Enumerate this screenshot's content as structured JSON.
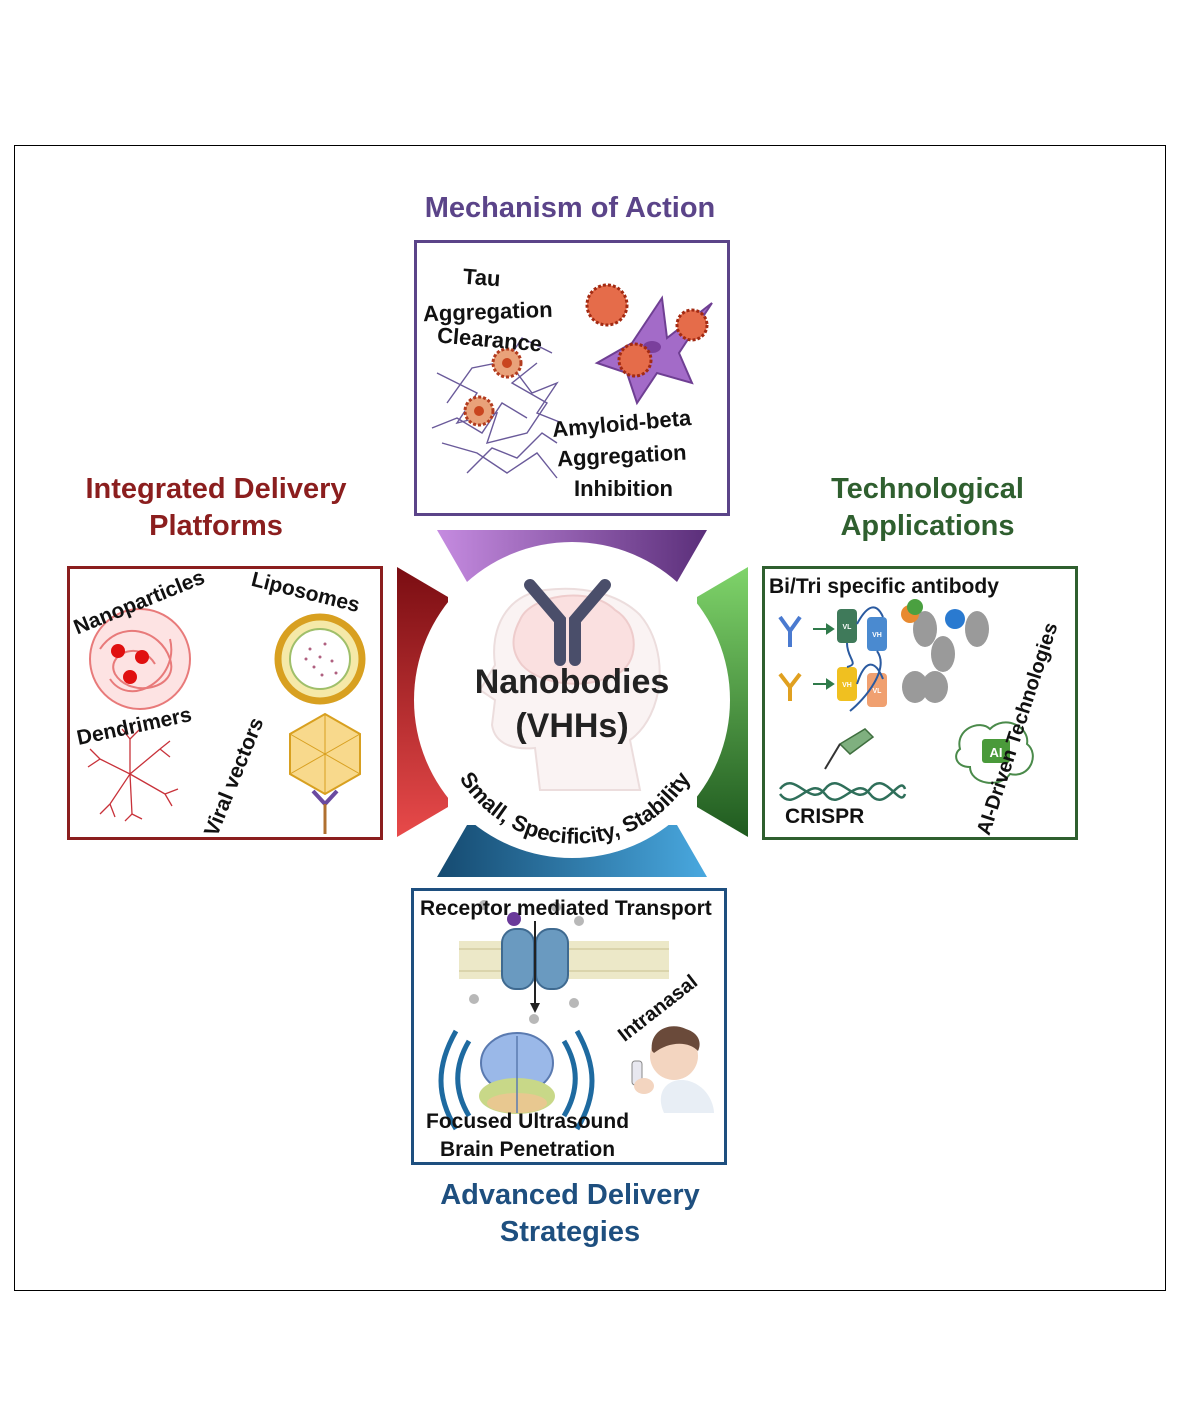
{
  "center": {
    "title": "Nanobodies",
    "subtitle": "(VHHs)",
    "arc_text": "Small, Specificity, Stability"
  },
  "mechanism": {
    "heading": "Mechanism of Action",
    "tau_line1": "Tau",
    "tau_line2": "Aggregation",
    "tau_line3": "Clearance",
    "abeta_line1": "Amyloid-beta",
    "abeta_line2": "Aggregation",
    "abeta_line3": "Inhibition"
  },
  "integrated": {
    "heading_line1": "Integrated Delivery",
    "heading_line2": "Platforms",
    "nanoparticles": "Nanoparticles",
    "liposomes": "Liposomes",
    "dendrimers": "Dendrimers",
    "viral_vectors": "Viral vectors"
  },
  "technological": {
    "heading_line1": "Technological",
    "heading_line2": "Applications",
    "bispecific": "Bi/Tri specific antibody",
    "crispr": "CRISPR",
    "ai_driven": "AI-Driven Technologies",
    "ai_chip": "AI",
    "vl": "VL",
    "vh": "VH"
  },
  "advanced": {
    "heading_line1": "Advanced Delivery",
    "heading_line2": "Strategies",
    "receptor": "Receptor mediated Transport",
    "intranasal": "Intranasal",
    "ultrasound_line1": "Focused Ultrasound",
    "ultrasound_line2": "Brain Penetration"
  },
  "colors": {
    "mechanism": "#5b4489",
    "integrated": "#8b1e1e",
    "technological": "#2f5f2f",
    "advanced": "#1e4f7f"
  }
}
